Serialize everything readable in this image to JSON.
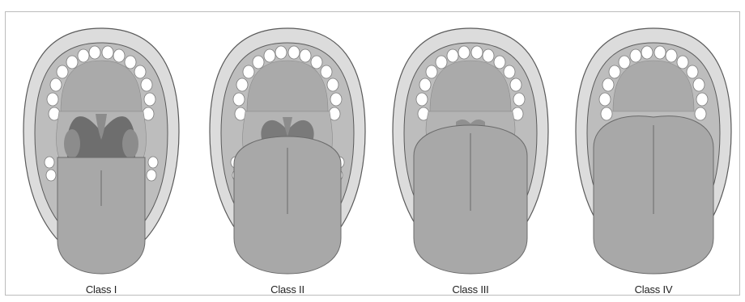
{
  "figure": {
    "classes": [
      {
        "label": "Class I",
        "visibility": "full"
      },
      {
        "label": "Class II",
        "visibility": "partial"
      },
      {
        "label": "Class III",
        "visibility": "soft-palate"
      },
      {
        "label": "Class IV",
        "visibility": "hard-palate"
      }
    ],
    "colors": {
      "lip": "#dcdcdc",
      "outline": "#5a5a5a",
      "teeth": "#ffffff",
      "palate": "#aaaaaa",
      "tongue": "#a8a8a8",
      "pharynx": "#6e6e6e",
      "tonsil": "#8c8c8c",
      "mouth_inner": "#bdbdbd"
    }
  }
}
